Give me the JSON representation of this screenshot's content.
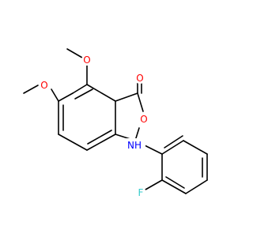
{
  "molecule": {
    "atoms": {
      "carbonyl_O": {
        "symbol": "O",
        "color": "#ff0000"
      },
      "ring_O": {
        "symbol": "O",
        "color": "#ff0000"
      },
      "methoxy1_O": {
        "symbol": "O",
        "color": "#ff0000"
      },
      "methoxy2_O": {
        "symbol": "O",
        "color": "#ff0000"
      },
      "amine_N": {
        "symbol": "NH",
        "color": "#0000ff"
      },
      "fluorine": {
        "symbol": "F",
        "color": "#33cccc"
      }
    },
    "bond_color": "#000000"
  }
}
